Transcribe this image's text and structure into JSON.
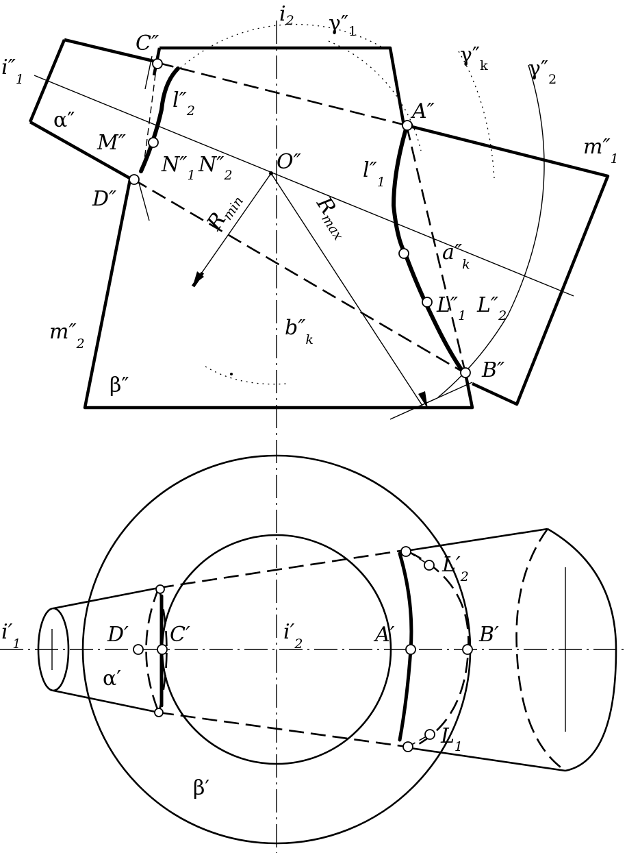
{
  "front_view": {
    "labels": {
      "i2": "i",
      "i2_sub": "2",
      "gamma1": "γ″",
      "gamma1_sub": "1",
      "gammak": "γ″",
      "gammak_sub": "k",
      "gamma2": "γ″",
      "gamma2_sub": "2",
      "i1": "i″",
      "i1_sub": "1",
      "C": "C″",
      "l2": "l″",
      "l2_sub": "2",
      "alpha": "α″",
      "A": "A″",
      "M": "M″",
      "N1": "N″",
      "N1_sub": "1",
      "N2": "N″",
      "N2_sub": "2",
      "O": "O″",
      "m1": "m″",
      "m1_sub": "1",
      "D": "D″",
      "l1": "l″",
      "l1_sub": "1",
      "Rmin": "R",
      "Rmin_sub": "min",
      "Rmax": "R",
      "Rmax_sub": "max",
      "ak": "a″",
      "ak_sub": "k",
      "L1": "L″",
      "L1_sub": "1",
      "L2": "L″",
      "L2_sub": "2",
      "m2": "m″",
      "m2_sub": "2",
      "bk": "b″",
      "bk_sub": "k",
      "B": "B″",
      "beta": "β″"
    }
  },
  "top_view": {
    "labels": {
      "L2": "L′",
      "L2_sub": "2",
      "i1": "i′",
      "i1_sub": "1",
      "D": "D′",
      "C": "C′",
      "i2": "i′",
      "i2_sub": "2",
      "A": "A′",
      "B": "B′",
      "alpha": "α′",
      "L1": "L",
      "L1_sub": "1",
      "beta": "β′"
    }
  }
}
